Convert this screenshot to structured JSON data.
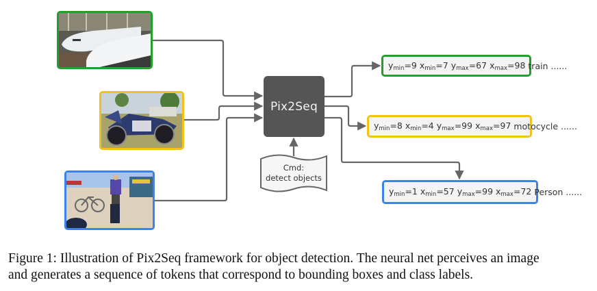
{
  "figure": {
    "model_label": "Pix2Seq",
    "command": {
      "line1": "Cmd:",
      "line2": "detect objects"
    },
    "colors": {
      "green": "#22a12a",
      "yellow": "#f2c21b",
      "blue": "#3d83e6",
      "model_fill": "#555555",
      "arrow": "#666666"
    },
    "inputs": [
      {
        "name": "train-image",
        "subject": "two bullet trains at a station",
        "border_color": "green"
      },
      {
        "name": "motorcycle-image",
        "subject": "parked motorcycles on grass",
        "border_color": "yellow"
      },
      {
        "name": "person-bike-image",
        "subject": "person riding a bicycle in the desert",
        "border_color": "blue"
      }
    ],
    "outputs": [
      {
        "ymin": "9",
        "xmin": "7",
        "ymax": "67",
        "xmax": "98",
        "label": "train",
        "ellipsis": "......"
      },
      {
        "ymin": "8",
        "xmin": "4",
        "ymax": "99",
        "xmax": "97",
        "label": "motocycle",
        "ellipsis": "......"
      },
      {
        "ymin": "1",
        "xmin": "57",
        "ymax": "99",
        "xmax": "72",
        "label": "Person",
        "ellipsis": "......"
      }
    ],
    "token_names": {
      "y": "y",
      "x": "x",
      "min": "min",
      "max": "max",
      "eq": "="
    }
  },
  "caption": {
    "line1": "Figure 1: Illustration of Pix2Seq framework for object detection. The neural net perceives an image",
    "line2": "and generates a sequence of tokens that correspond to bounding boxes and class labels."
  }
}
